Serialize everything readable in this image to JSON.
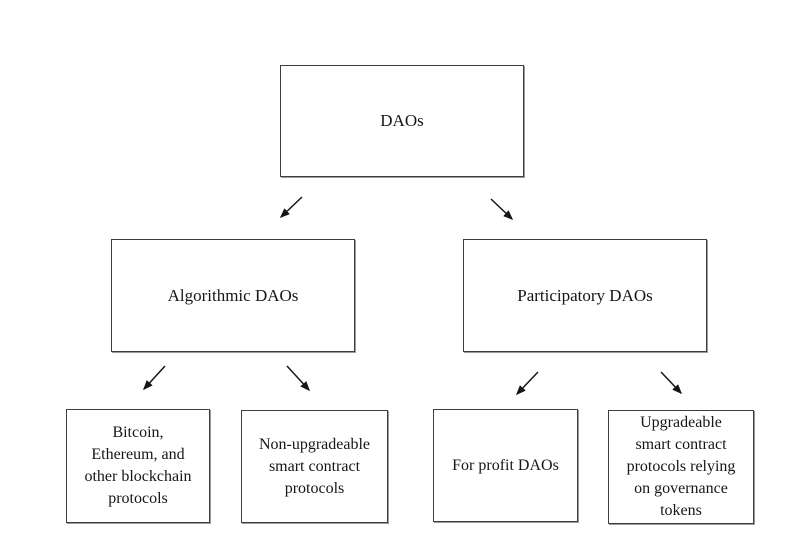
{
  "diagram": {
    "type": "tree",
    "title": "",
    "nodes": {
      "root": {
        "label": "DAOs"
      },
      "algorithmic": {
        "label": "Algorithmic DAOs"
      },
      "participatory": {
        "label": "Participatory DAOs"
      },
      "blockchain": {
        "label": "Bitcoin,\nEthereum, and\nother blockchain\nprotocols"
      },
      "non_upgradeable": {
        "label": "Non-upgradeable\nsmart contract\nprotocols"
      },
      "for_profit": {
        "label": "For profit DAOs"
      },
      "upgradeable": {
        "label": "Upgradeable\nsmart contract\nprotocols relying\non governance\ntokens"
      }
    },
    "edges": [
      {
        "from": "DAOs",
        "to": "Algorithmic DAOs"
      },
      {
        "from": "DAOs",
        "to": "Participatory DAOs"
      },
      {
        "from": "Algorithmic DAOs",
        "to": "Bitcoin, Ethereum, and other blockchain protocols"
      },
      {
        "from": "Algorithmic DAOs",
        "to": "Non-upgradeable smart contract protocols"
      },
      {
        "from": "Participatory DAOs",
        "to": "For profit DAOs"
      },
      {
        "from": "Participatory DAOs",
        "to": "Upgradeable smart contract protocols relying on governance tokens"
      }
    ],
    "colors": {
      "background": "#ffffff",
      "box_border": "#3e3e3e",
      "box_edge_shadow": "#9a9a9a",
      "text": "#161616",
      "arrow": "#161616"
    }
  }
}
